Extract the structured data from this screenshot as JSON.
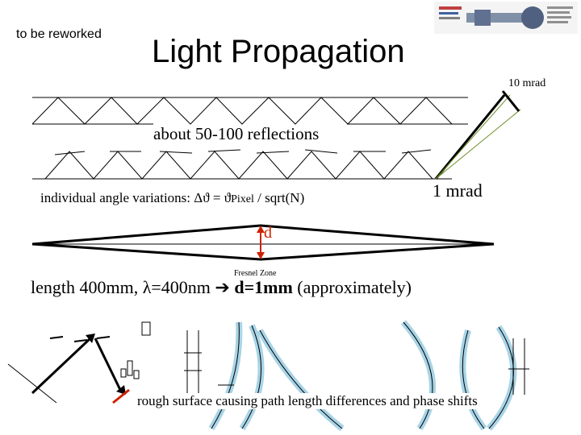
{
  "header": {
    "rework_note": "to be reworked",
    "title": "Light Propagation"
  },
  "diagram": {
    "angle_10mrad": "10 mrad",
    "reflections": "about 50-100 reflections",
    "angle_variation_prefix": "individual angle variations: ",
    "angle_variation_symbol": "Δϑ = ϑ",
    "angle_variation_subscript": "Pixel",
    "angle_variation_suffix": " / sqrt(N)",
    "angle_1mrad": "1 mrad",
    "d_label": "d",
    "fresnel_zone": "Fresnel Zone",
    "length_text_1": "length 400mm, ",
    "length_lambda": "λ=400nm",
    "length_arrow": " ➔ ",
    "length_bold": "d=1mm",
    "length_text_2": " (approximately)",
    "rough_surface": "rough surface causing path length differences and phase shifts"
  },
  "colors": {
    "ink": "#000000",
    "accent_red": "#cc2200",
    "ray_green": "#6b8e23",
    "glow_blue": "#a8d4e6"
  }
}
